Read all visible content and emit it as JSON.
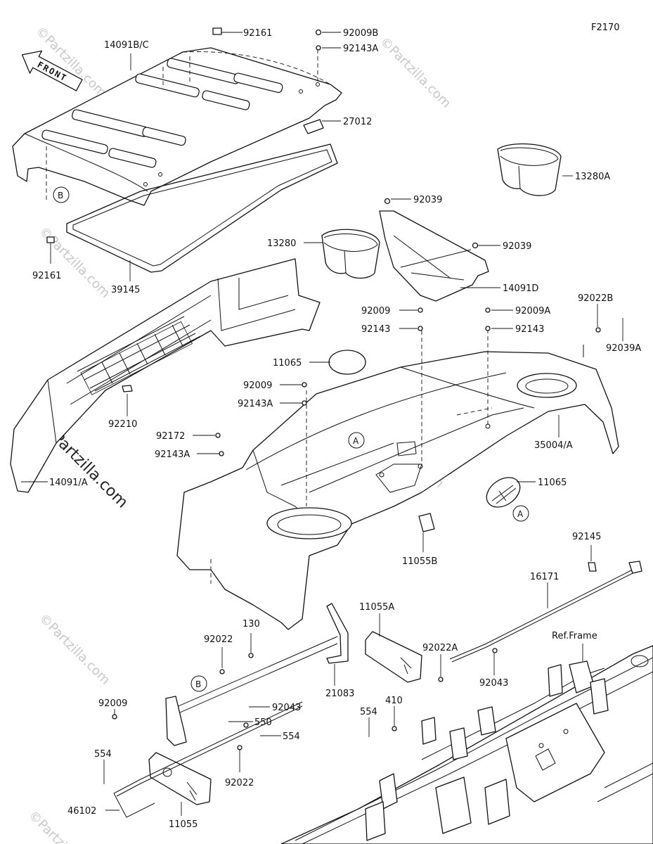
{
  "figure_code": "F2170",
  "front_arrow_label": "FRONT",
  "watermark": "©Partzilla.com",
  "ref_frame_label": "Ref.Frame",
  "callouts": {
    "a": "A",
    "b": "B"
  },
  "parts": {
    "p14091bc": "14091B/C",
    "p92161_top": "92161",
    "p92009b": "92009B",
    "p92143a_top": "92143A",
    "p27012": "27012",
    "p13280a": "13280A",
    "p92039_top": "92039",
    "p13280": "13280",
    "p92039_mid": "92039",
    "p92161_left": "92161",
    "p14091d": "14091D",
    "p39145": "39145",
    "p92009_mid": "92009",
    "p92009a": "92009A",
    "p92022b": "92022B",
    "p92143_mid": "92143",
    "p92143_right": "92143",
    "p92039a": "92039A",
    "p11065_top": "11065",
    "p92009_low": "92009",
    "p92143a_low": "92143A",
    "p92210": "92210",
    "p35004a": "35004/A",
    "p92172": "92172",
    "p92143a_left": "92143A",
    "p14091a": "14091/A",
    "p11065_right": "11065",
    "p11055b": "11055B",
    "p92145": "92145",
    "p16171": "16171",
    "p11055a": "11055A",
    "p130": "130",
    "p92022_left": "92022",
    "p92022a": "92022A",
    "p21083": "21083",
    "p92043_right": "92043",
    "p92009_bottom": "92009",
    "p92043_left": "92043",
    "p550": "550",
    "p410": "410",
    "p554_mid": "554",
    "p554_left": "554",
    "p554_center": "554",
    "p92022_bottom": "92022",
    "p46102": "46102",
    "p11055": "11055"
  }
}
